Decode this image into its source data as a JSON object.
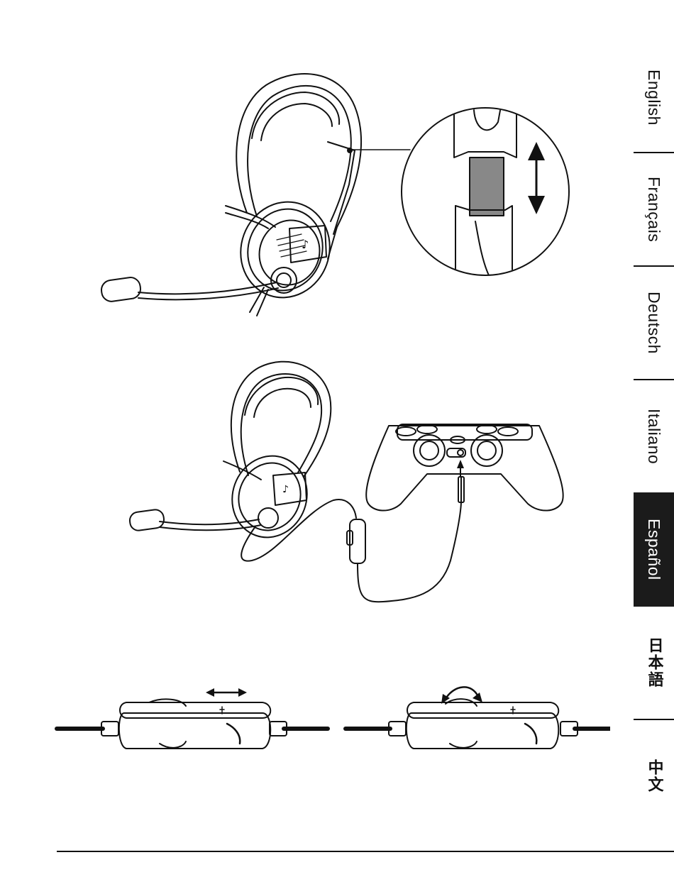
{
  "language_tabs": [
    {
      "label": "English",
      "active": false
    },
    {
      "label": "Français",
      "active": false
    },
    {
      "label": "Deutsch",
      "active": false
    },
    {
      "label": "Italiano",
      "active": false
    },
    {
      "label": "Español",
      "active": true
    },
    {
      "label": "日本語",
      "active": false
    },
    {
      "label": "中文",
      "active": false
    }
  ],
  "figures": {
    "headband_adjust": "headset-with-adjustable-headband-detail",
    "controller_connection": "headset-plugged-into-controller",
    "inline_control_volume": "inline-control-slide",
    "inline_control_wheel": "inline-control-volume-wheel"
  },
  "colors": {
    "active_tab_bg": "#1b1b1b",
    "active_tab_text": "#ffffff",
    "line": "#111111"
  }
}
